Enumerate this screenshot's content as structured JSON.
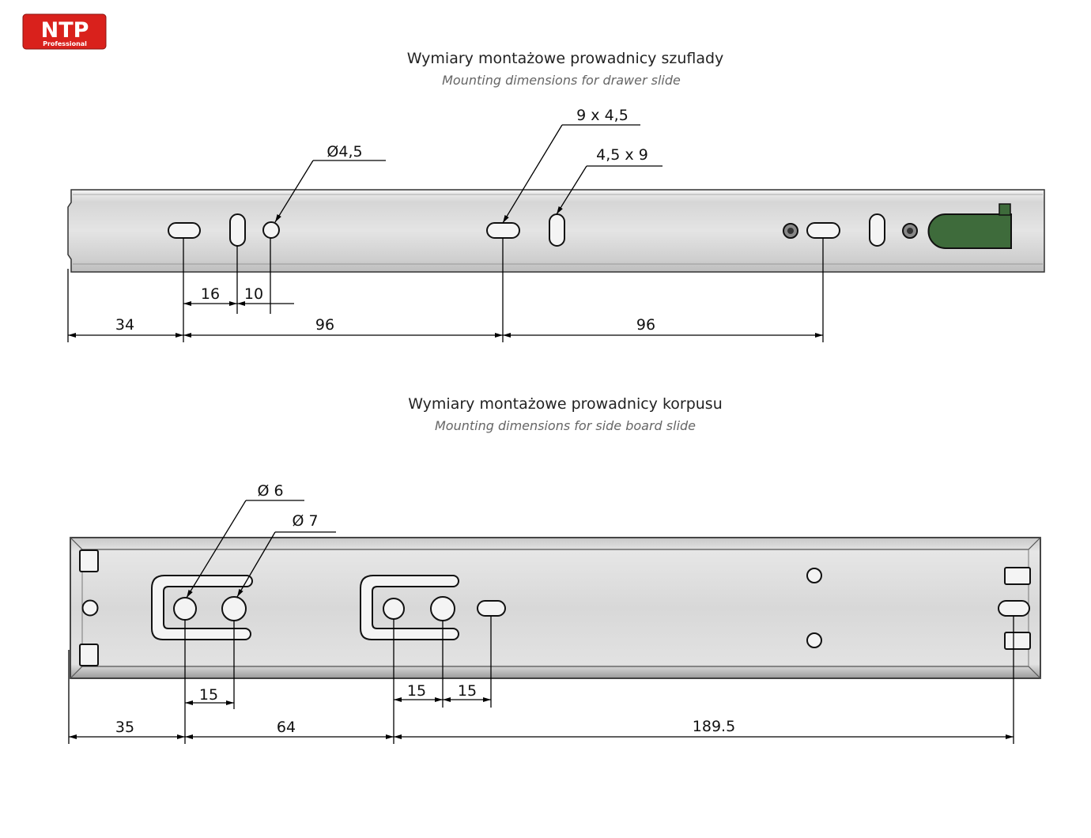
{
  "logo": {
    "brand": "NTP",
    "tagline": "Professional",
    "color": "#d9211c"
  },
  "drawer": {
    "title": "Wymiary montażowe prowadnicy szuflady",
    "subtitle": "Mounting dimensions for drawer slide",
    "callout_slot_h": "9 x 4,5",
    "callout_slot_v": "4,5 x 9",
    "callout_hole": "Ø4,5",
    "dim_16": "16",
    "dim_10": "10",
    "dim_34": "34",
    "dim_96a": "96",
    "dim_96b": "96",
    "stopper_color": "#3e6b3b"
  },
  "side": {
    "title": "Wymiary montażowe prowadnicy korpusu",
    "subtitle": "Mounting dimensions for side board slide",
    "callout_d6": "Ø 6",
    "callout_d7": "Ø 7",
    "dim_15a": "15",
    "dim_15b": "15",
    "dim_15c": "15",
    "dim_35": "35",
    "dim_64": "64",
    "dim_189": "189.5"
  }
}
